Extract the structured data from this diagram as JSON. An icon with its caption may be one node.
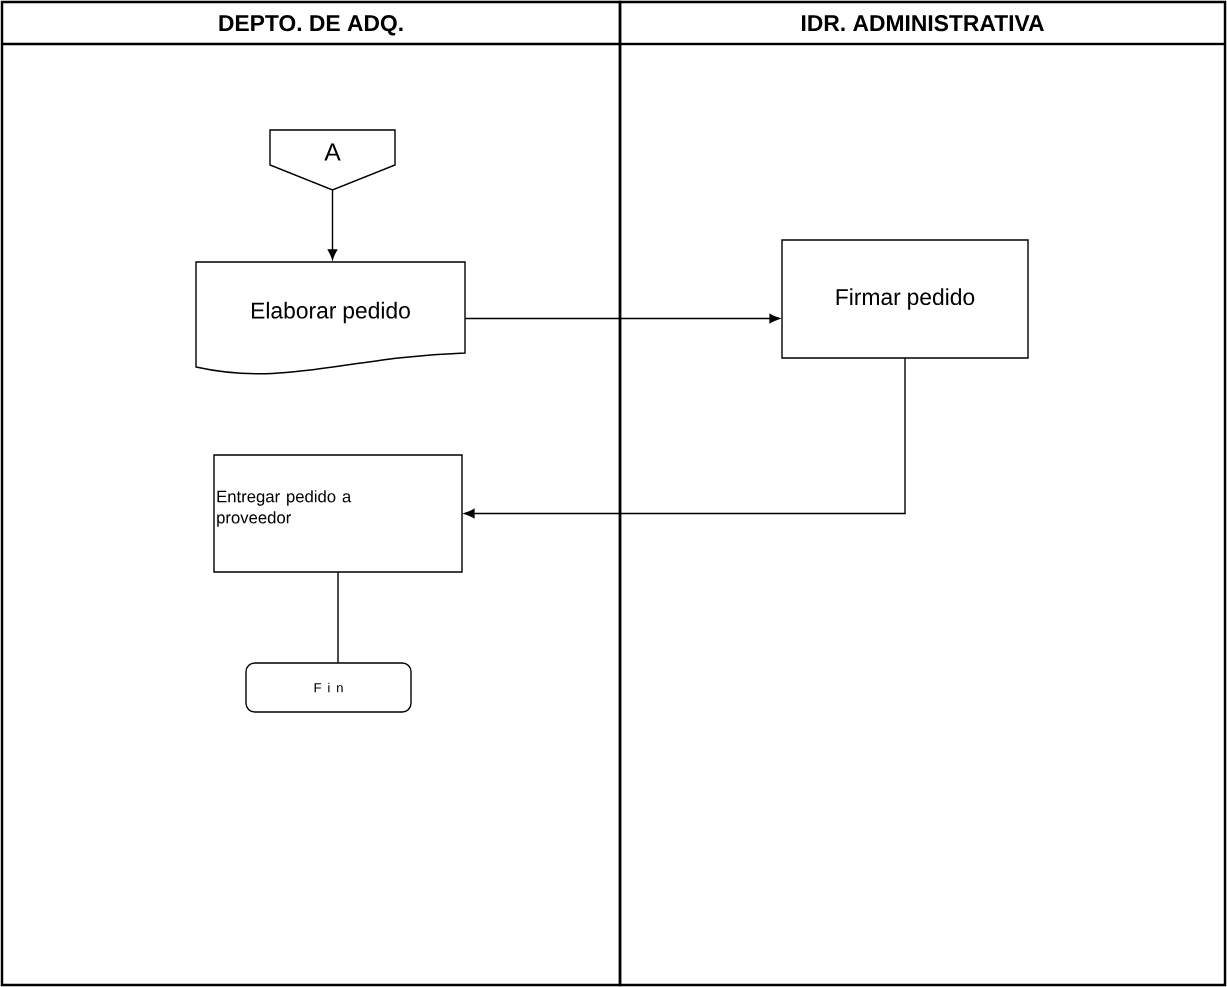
{
  "diagram": {
    "nodes": [
      {
        "text": [
          "DEPTO. DE ADQ."
        ]
      },
      {
        "text": [
          "IDR. ADMINISTRATIVA"
        ]
      },
      {
        "text": [
          "A"
        ],
        "in": 0
      },
      {
        "text": [
          "Elaborar pedido"
        ],
        "in": 0
      },
      {
        "text": [
          "Firmar pedido"
        ],
        "in": 1
      },
      {
        "text": [
          "Entregar pedido a proveedor"
        ],
        "in": 0
      },
      {
        "text": [
          "F i n"
        ],
        "in": 0
      }
    ],
    "edges": [
      {
        "from": 2,
        "to": 3,
        "arrow": "to"
      },
      {
        "from": 3,
        "to": 4,
        "arrow": "to"
      },
      {
        "from": 4,
        "to": 5,
        "arrow": "to"
      },
      {
        "from": 5,
        "to": 6,
        "arrow": "none"
      }
    ]
  }
}
